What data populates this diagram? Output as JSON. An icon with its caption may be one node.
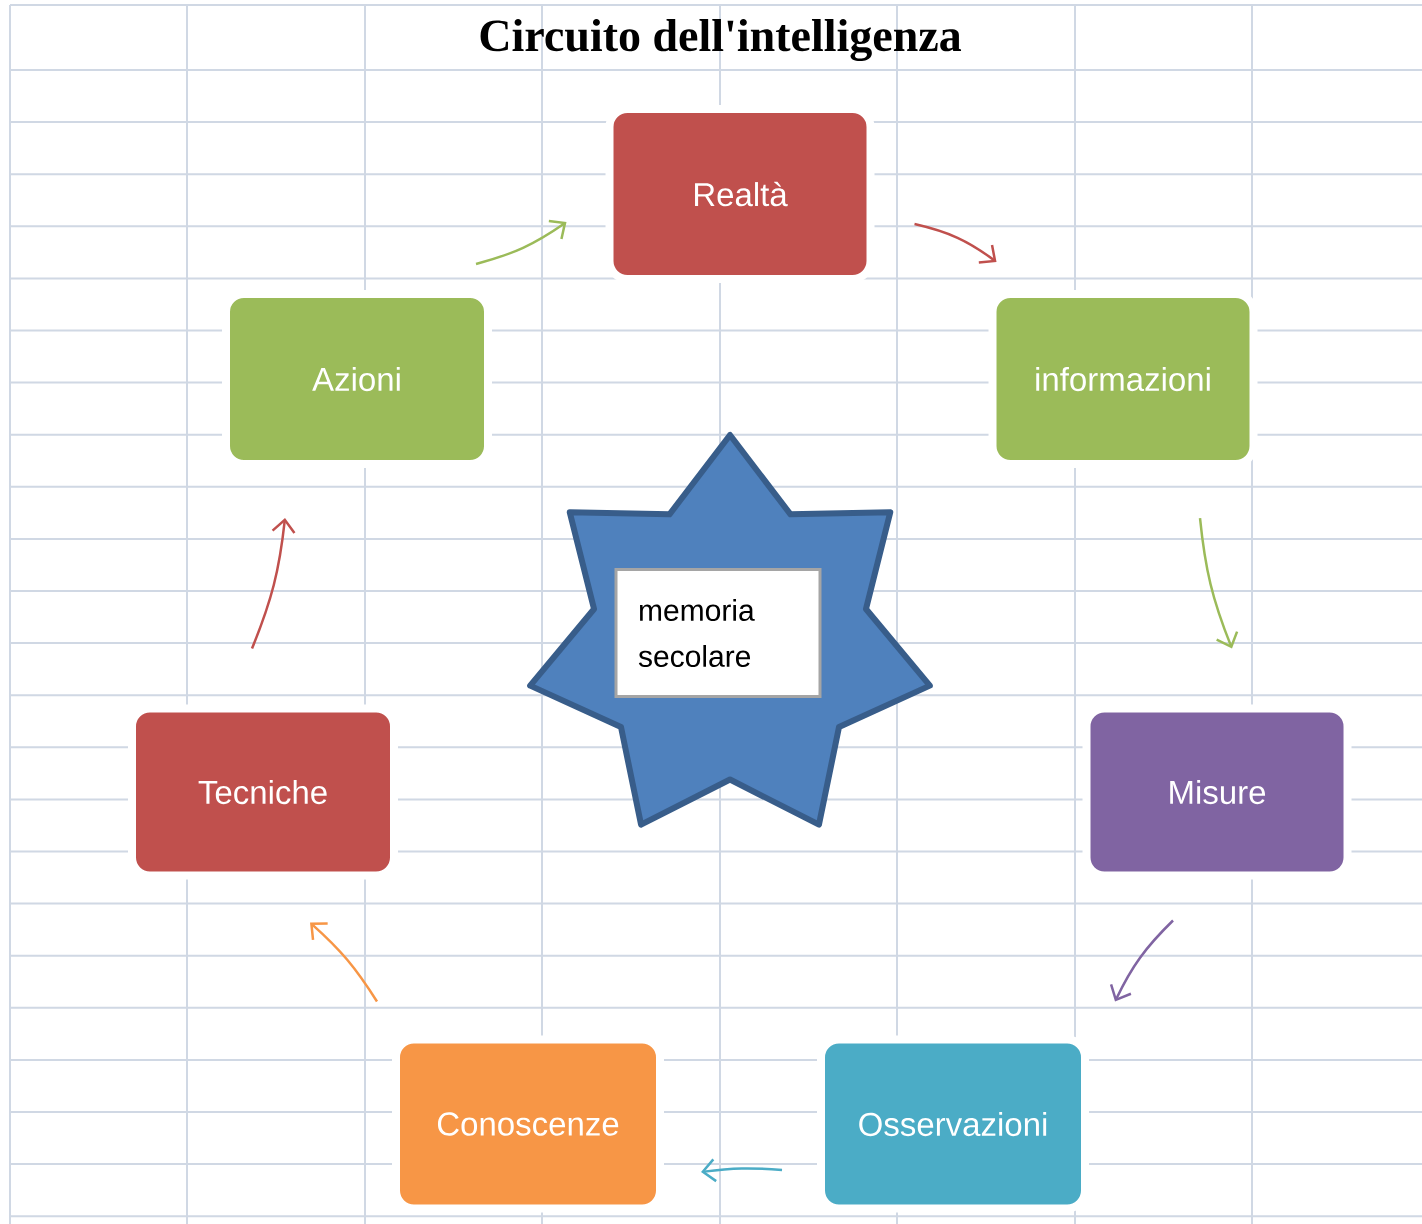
{
  "diagram": {
    "title": "Circuito dell'intelligenza",
    "nodes": [
      {
        "text": [
          "Realtà"
        ]
      },
      {
        "text": [
          "informazioni"
        ]
      },
      {
        "text": [
          "Misure"
        ]
      },
      {
        "text": [
          "Osservazioni"
        ]
      },
      {
        "text": [
          "Conoscenze"
        ]
      },
      {
        "text": [
          "Tecniche"
        ]
      },
      {
        "text": [
          "Azioni"
        ]
      },
      {
        "text": [],
        "shape": "star"
      },
      {
        "text": [
          "memoria secolare"
        ],
        "in": 7
      }
    ],
    "edges": [
      {
        "from": 0,
        "to": 1,
        "arrow": "to",
        "color": "#c0504d"
      },
      {
        "from": 1,
        "to": 2,
        "arrow": "to",
        "color": "#9bbb59"
      },
      {
        "from": 2,
        "to": 3,
        "arrow": "to",
        "color": "#8064a2"
      },
      {
        "from": 3,
        "to": 4,
        "arrow": "to",
        "color": "#4bacc6"
      },
      {
        "from": 4,
        "to": 5,
        "arrow": "to",
        "color": "#f79646"
      },
      {
        "from": 5,
        "to": 6,
        "arrow": "to",
        "color": "#c0504d"
      },
      {
        "from": 6,
        "to": 0,
        "arrow": "to",
        "color": "#9bbb59"
      }
    ]
  }
}
